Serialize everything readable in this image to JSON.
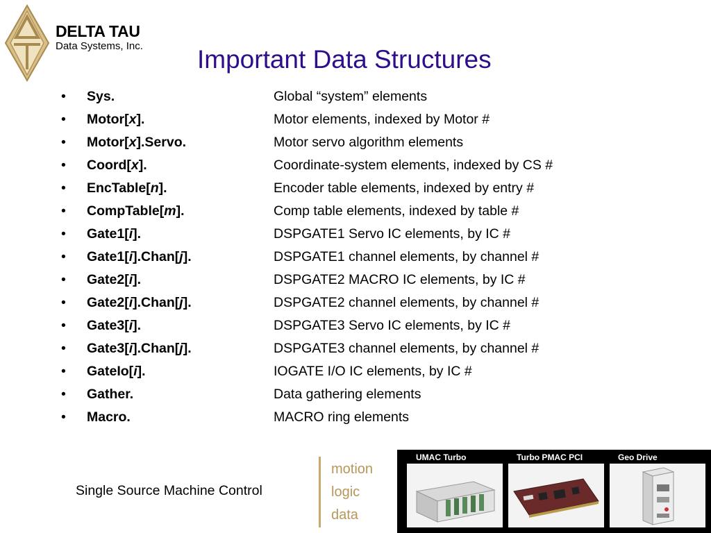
{
  "brand": {
    "name": "DELTA TAU",
    "subtitle": "Data Systems, Inc.",
    "logo_icon": "delta-tau-logo-icon",
    "gold": "#c9a86b"
  },
  "slide": {
    "title": "Important Data Structures",
    "title_color": "#2e0e8a"
  },
  "items": [
    {
      "bullet": "•",
      "name": [
        {
          "t": "Sys."
        }
      ],
      "desc": "Global “system” elements"
    },
    {
      "bullet": "•",
      "name": [
        {
          "t": "Motor["
        },
        {
          "t": "x",
          "i": true
        },
        {
          "t": "]."
        }
      ],
      "desc": "Motor elements, indexed by Motor #"
    },
    {
      "bullet": "•",
      "name": [
        {
          "t": "Motor["
        },
        {
          "t": "x",
          "i": true
        },
        {
          "t": "].Servo."
        }
      ],
      "desc": "Motor servo algorithm elements"
    },
    {
      "bullet": "•",
      "name": [
        {
          "t": "Coord["
        },
        {
          "t": "x",
          "i": true
        },
        {
          "t": "]."
        }
      ],
      "desc": "Coordinate-system elements, indexed by CS #"
    },
    {
      "bullet": "•",
      "name": [
        {
          "t": "EncTable["
        },
        {
          "t": "n",
          "i": true
        },
        {
          "t": "]."
        }
      ],
      "desc": "Encoder table elements, indexed by entry #"
    },
    {
      "bullet": "•",
      "name": [
        {
          "t": "CompTable["
        },
        {
          "t": "m",
          "i": true
        },
        {
          "t": "]."
        }
      ],
      "desc": "Comp table elements, indexed by table #"
    },
    {
      "bullet": "•",
      "name": [
        {
          "t": "Gate1["
        },
        {
          "t": "i",
          "i": true
        },
        {
          "t": "]."
        }
      ],
      "desc": "DSPGATE1 Servo IC elements, by IC #"
    },
    {
      "bullet": "•",
      "name": [
        {
          "t": "Gate1["
        },
        {
          "t": "i",
          "i": true
        },
        {
          "t": "].Chan["
        },
        {
          "t": "j",
          "i": true
        },
        {
          "t": "]."
        }
      ],
      "desc": "DSPGATE1 channel elements, by channel #"
    },
    {
      "bullet": "•",
      "name": [
        {
          "t": "Gate2["
        },
        {
          "t": "i",
          "i": true
        },
        {
          "t": "]."
        }
      ],
      "desc": "DSPGATE2 MACRO IC elements, by IC #"
    },
    {
      "bullet": "•",
      "name": [
        {
          "t": "Gate2["
        },
        {
          "t": "i",
          "i": true
        },
        {
          "t": "].Chan["
        },
        {
          "t": "j",
          "i": true
        },
        {
          "t": "]."
        }
      ],
      "desc": "DSPGATE2 channel elements, by channel #"
    },
    {
      "bullet": "•",
      "name": [
        {
          "t": "Gate3["
        },
        {
          "t": "i",
          "i": true
        },
        {
          "t": "]."
        }
      ],
      "desc": "DSPGATE3 Servo IC elements, by IC #"
    },
    {
      "bullet": "•",
      "name": [
        {
          "t": "Gate3["
        },
        {
          "t": "i",
          "i": true
        },
        {
          "t": "].Chan["
        },
        {
          "t": "j",
          "i": true
        },
        {
          "t": "]."
        }
      ],
      "desc": "DSPGATE3 channel elements, by channel #"
    },
    {
      "bullet": "•",
      "name": [
        {
          "t": "GateIo["
        },
        {
          "t": "i",
          "i": true
        },
        {
          "t": "]."
        }
      ],
      "desc": "IOGATE I/O IC elements, by IC #"
    },
    {
      "bullet": "•",
      "name": [
        {
          "t": "Gather."
        }
      ],
      "desc": "Data gathering elements"
    },
    {
      "bullet": "•",
      "name": [
        {
          "t": "Macro."
        }
      ],
      "desc": "MACRO ring elements"
    }
  ],
  "footer": {
    "tagline": "Single Source Machine Control",
    "words": [
      "motion",
      "logic",
      "data"
    ],
    "word_color": "#b8955a",
    "products": [
      {
        "label": "UMAC Turbo",
        "photo_icon": "umac-turbo-photo-icon"
      },
      {
        "label": "Turbo PMAC PCI",
        "photo_icon": "turbo-pmac-pci-photo-icon"
      },
      {
        "label": "Geo Drive",
        "photo_icon": "geo-drive-photo-icon"
      }
    ]
  }
}
